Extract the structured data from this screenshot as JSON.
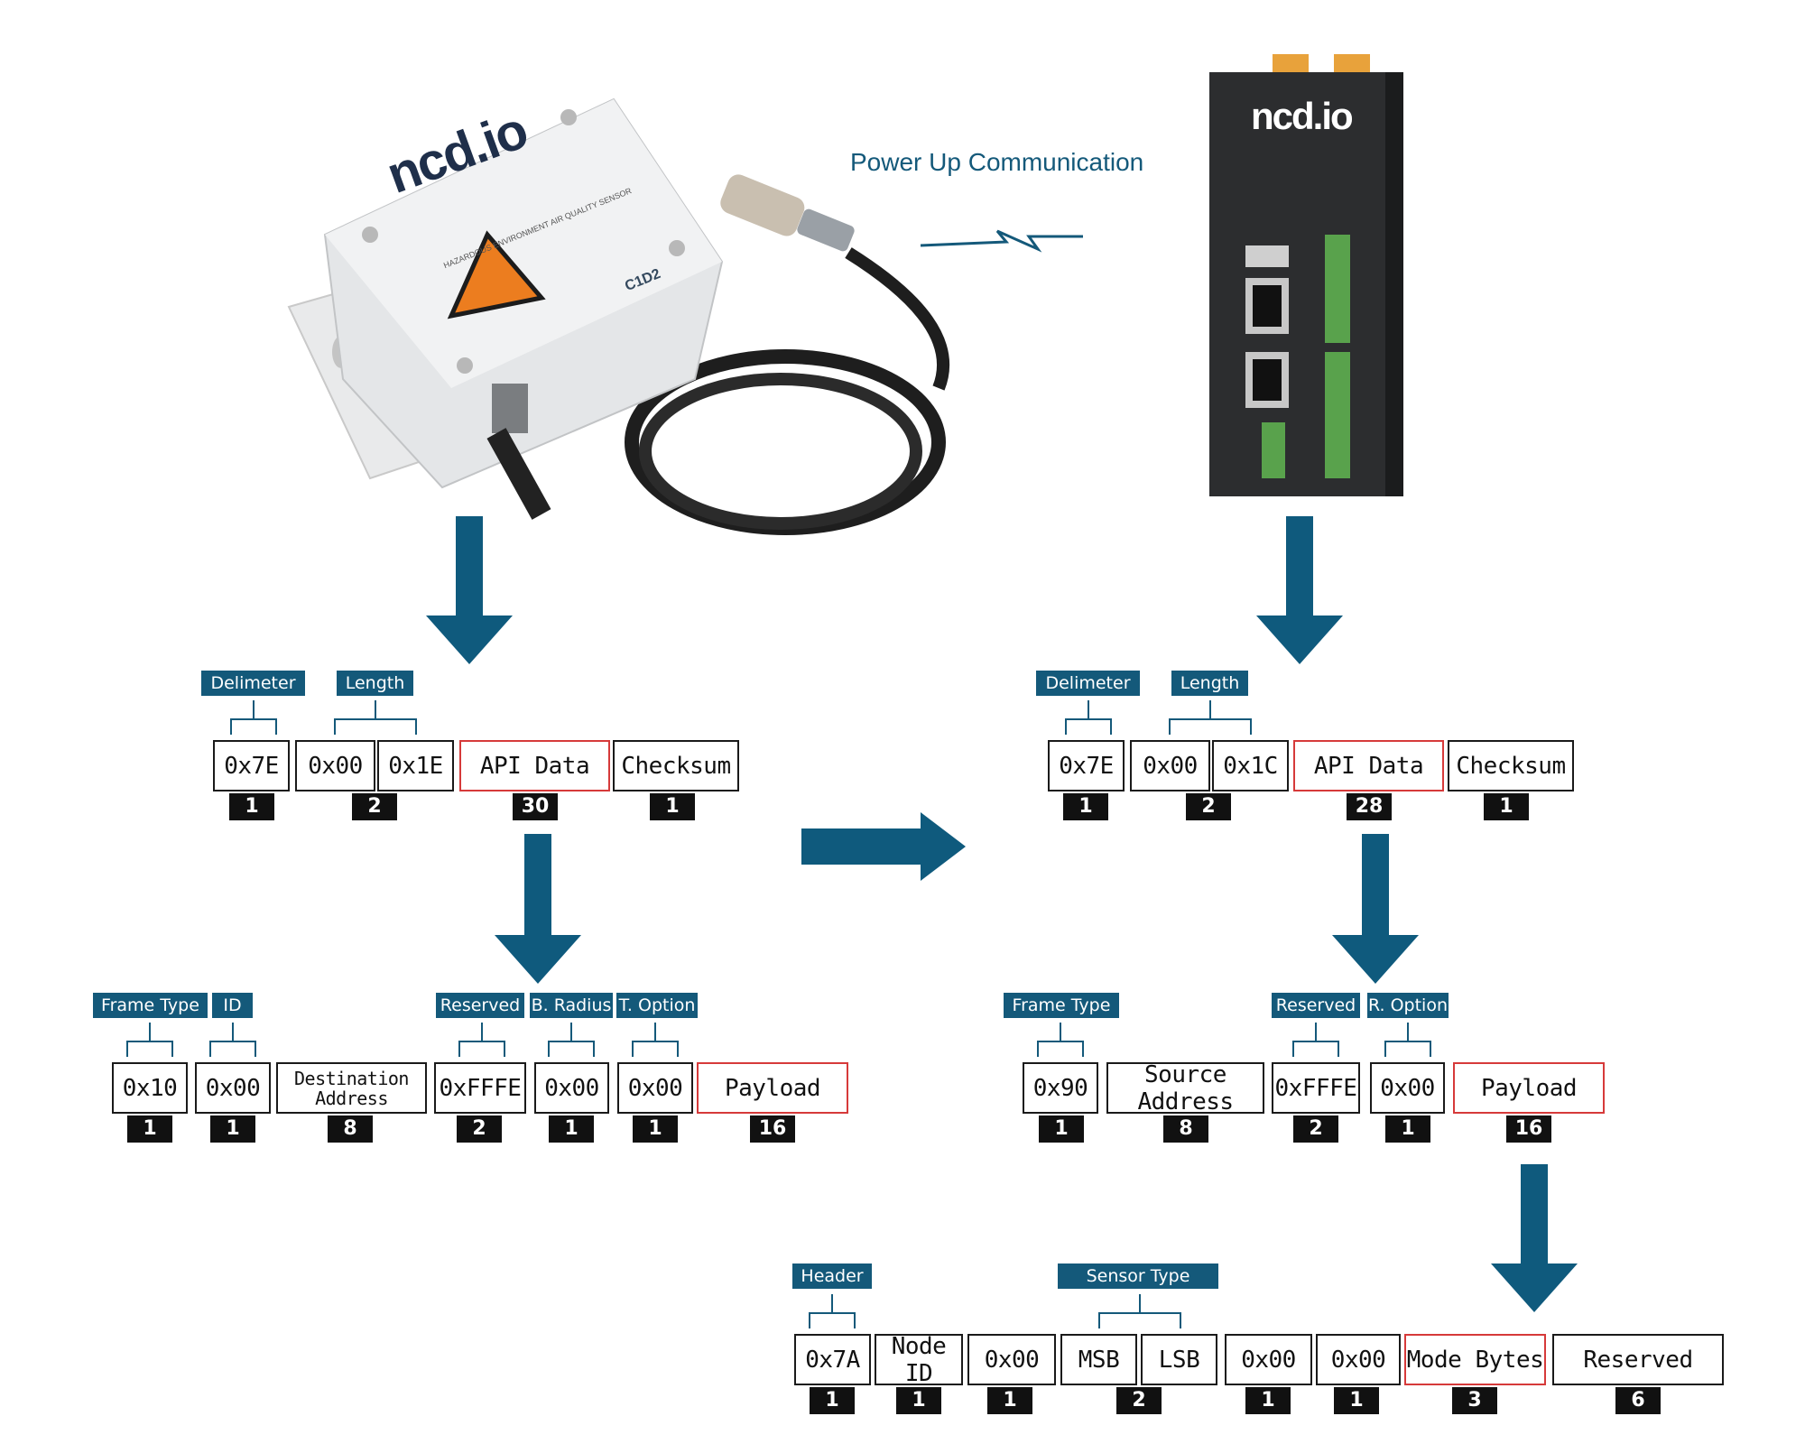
{
  "title": "Power Up Communication",
  "logo_text": "ncd.io",
  "device_label": "C1D2",
  "sensor_caption": "HAZARDOUS ENVIRONMENT AIR QUALITY SENSOR",
  "colors": {
    "accent": "#14597a",
    "highlight_border": "#d63a3a",
    "cell_border": "#1a1a1a"
  },
  "left_frame": {
    "tags": [
      "Delimeter",
      "Length"
    ],
    "cells": [
      "0x7E",
      "0x00",
      "0x1E",
      "API Data",
      "Checksum"
    ],
    "sizes": [
      "1",
      "2",
      "30",
      "1"
    ]
  },
  "right_frame": {
    "tags": [
      "Delimeter",
      "Length"
    ],
    "cells": [
      "0x7E",
      "0x00",
      "0x1C",
      "API Data",
      "Checksum"
    ],
    "sizes": [
      "1",
      "2",
      "28",
      "1"
    ]
  },
  "left_api": {
    "tags": [
      "Frame Type",
      "ID",
      "Reserved",
      "B. Radius",
      "T. Option"
    ],
    "cells": [
      "0x10",
      "0x00",
      "Destination Address",
      "0xFFFE",
      "0x00",
      "0x00",
      "Payload"
    ],
    "sizes": [
      "1",
      "1",
      "8",
      "2",
      "1",
      "1",
      "16"
    ]
  },
  "right_api": {
    "tags": [
      "Frame Type",
      "Reserved",
      "R. Option"
    ],
    "cells": [
      "0x90",
      "Source Address",
      "0xFFFE",
      "0x00",
      "Payload"
    ],
    "sizes": [
      "1",
      "8",
      "2",
      "1",
      "16"
    ]
  },
  "payload": {
    "tags": [
      "Header",
      "Sensor Type"
    ],
    "cells": [
      "0x7A",
      "Node ID",
      "0x00",
      "MSB",
      "LSB",
      "0x00",
      "0x00",
      "Mode Bytes",
      "Reserved"
    ],
    "sizes": [
      "1",
      "1",
      "1",
      "2",
      "1",
      "1",
      "3",
      "6"
    ]
  }
}
